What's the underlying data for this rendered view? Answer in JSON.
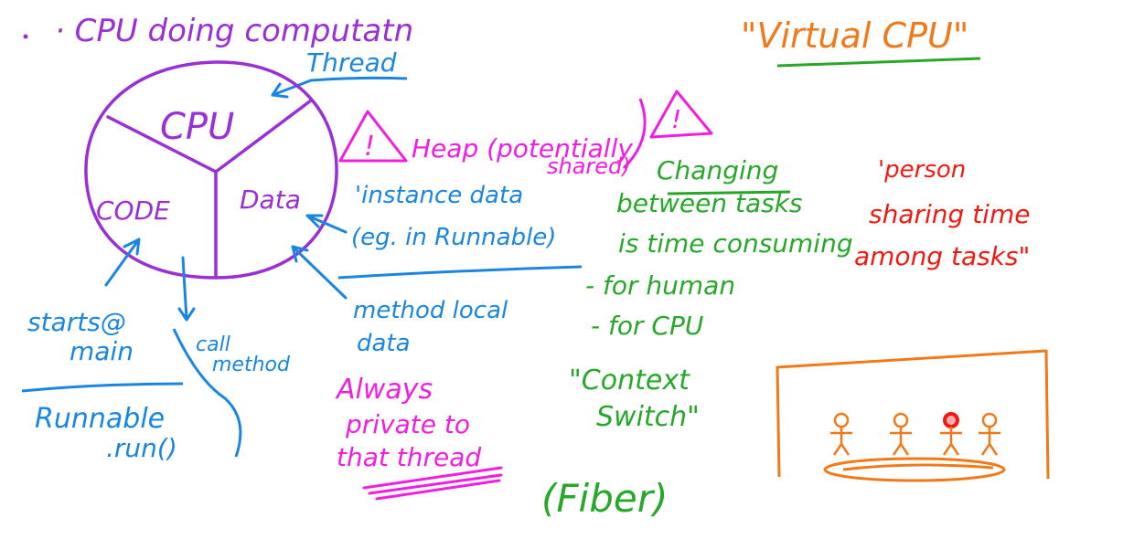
{
  "colors": {
    "purple": "#9a2fd4",
    "blue": "#1a86e0",
    "magenta": "#f01ee0",
    "green": "#27a82b",
    "red": "#f01a12",
    "orange": "#f07a1a"
  },
  "heading": "· CPU doing computatn",
  "thread_label": "Thread",
  "virtual_cpu": "\"Virtual CPU\"",
  "circle": {
    "cpu": "CPU",
    "code": "CODE",
    "data": "Data"
  },
  "heap": {
    "warning_symbol": "!",
    "text": "Heap (potentially",
    "shared": "shared)"
  },
  "instance_data": {
    "line1": "'instance data",
    "line2": "(eg. in Runnable)"
  },
  "method_local": {
    "line1": "method local",
    "line2": "data"
  },
  "always_private": {
    "line1": "Always",
    "line2": "private to",
    "line3": "that thread"
  },
  "starts_main": {
    "line1": "starts@",
    "line2": "main"
  },
  "call_method": {
    "line1": "call",
    "line2": "method"
  },
  "runnable": {
    "line1": "Runnable",
    "line2": ".run()"
  },
  "changing": {
    "line1": "Changing",
    "line2": "between tasks",
    "line3": "is time consuming",
    "line4": "- for human",
    "line5": "- for CPU"
  },
  "context_switch": {
    "line1": "\"Context",
    "line2": "Switch\""
  },
  "fiber": "(Fiber)",
  "person_sharing": {
    "line1": "'person",
    "line2": "sharing time",
    "line3": "among tasks\""
  }
}
